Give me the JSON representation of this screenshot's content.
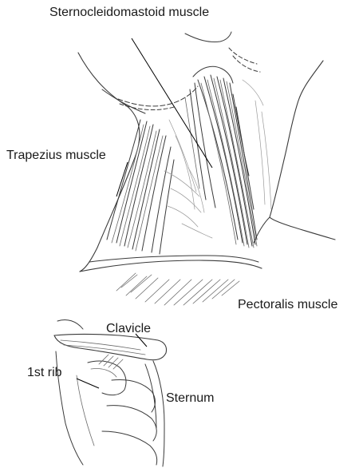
{
  "labels": {
    "sternocleidomastoid": "Sternocleidomastoid muscle",
    "trapezius": "Trapezius muscle",
    "pectoralis": "Pectoralis muscle",
    "clavicle": "Clavicle",
    "first_rib": "1st rib",
    "sternum": "Sternum"
  }
}
